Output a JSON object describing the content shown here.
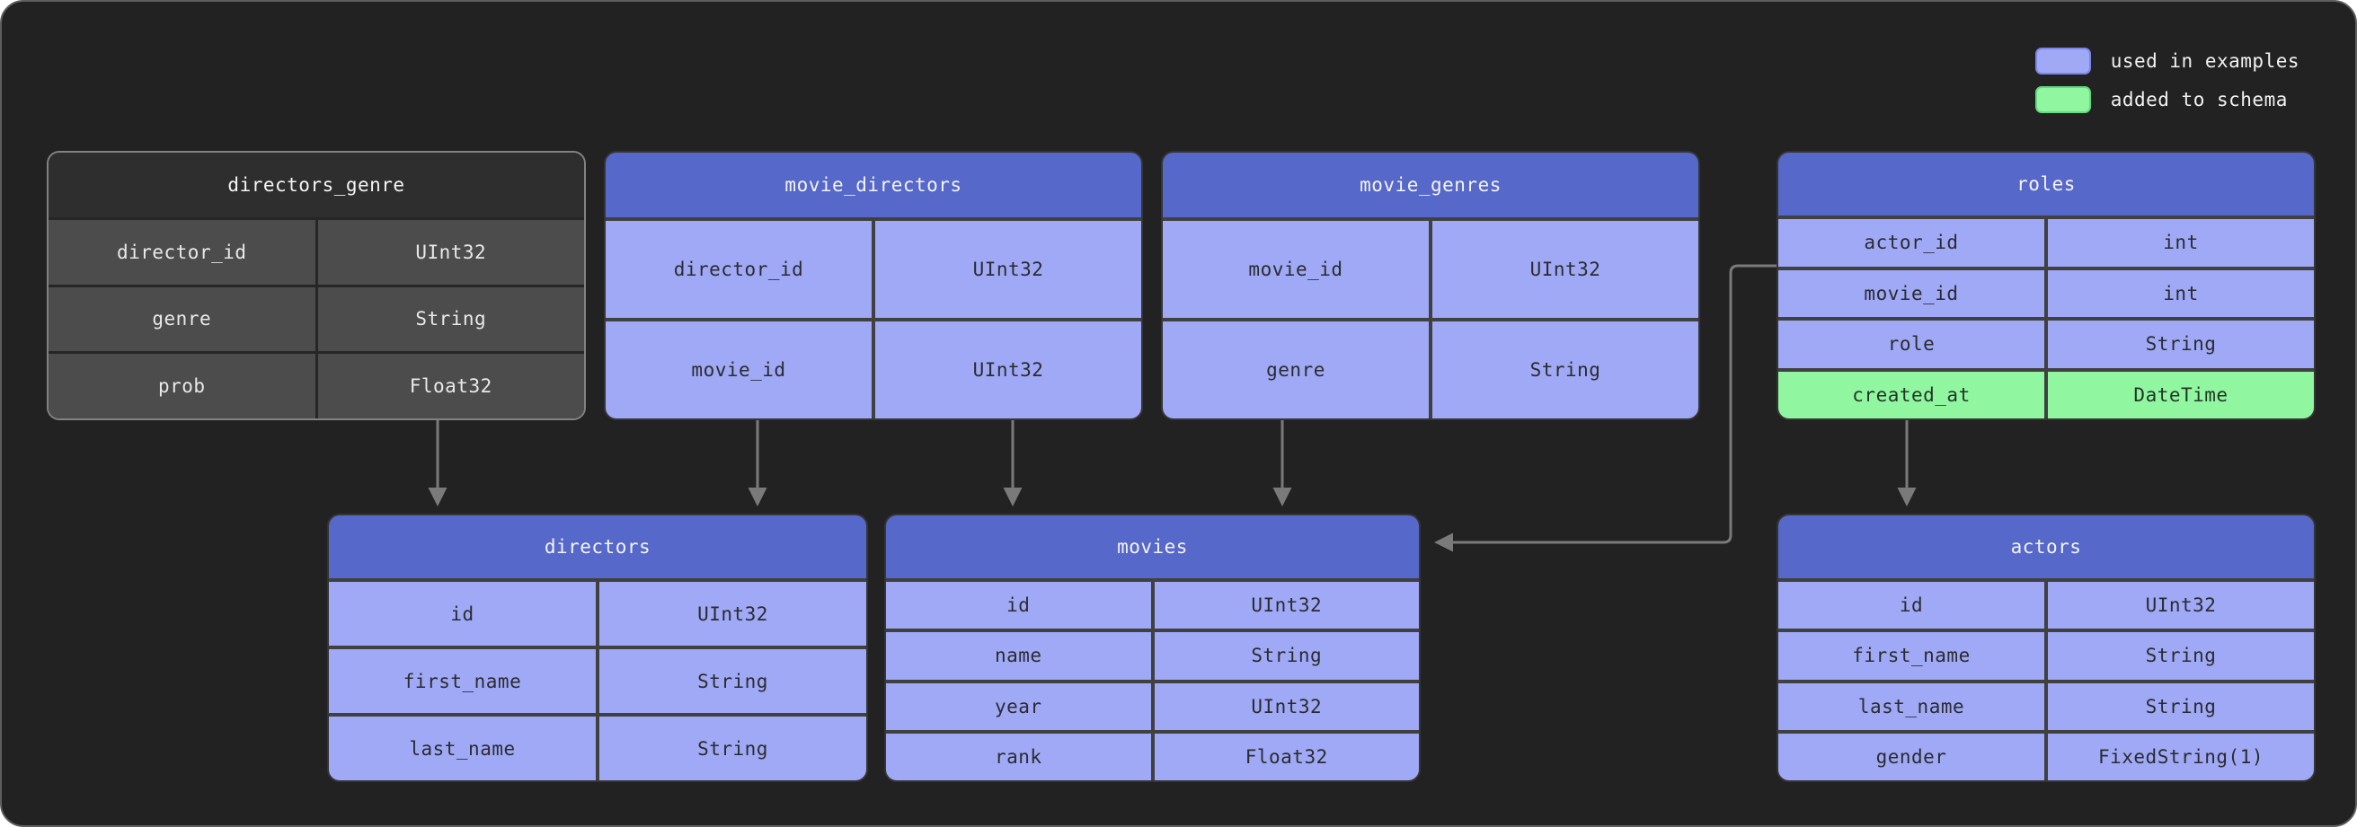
{
  "legend": {
    "items": [
      {
        "label": "used in examples",
        "fill": "#9fa9f5",
        "border": "#7b85e3"
      },
      {
        "label": "added to schema",
        "fill": "#90f7a0",
        "border": "#62d981"
      }
    ]
  },
  "tables": [
    {
      "id": "directors_genre",
      "name": "directors_genre",
      "variant": "muted",
      "rows": [
        {
          "field": "director_id",
          "type": "UInt32"
        },
        {
          "field": "genre",
          "type": "String"
        },
        {
          "field": "prob",
          "type": "Float32"
        }
      ]
    },
    {
      "id": "movie_directors",
      "name": "movie_directors",
      "variant": "blue",
      "rows": [
        {
          "field": "director_id",
          "type": "UInt32"
        },
        {
          "field": "movie_id",
          "type": "UInt32"
        }
      ]
    },
    {
      "id": "movie_genres",
      "name": "movie_genres",
      "variant": "blue",
      "rows": [
        {
          "field": "movie_id",
          "type": "UInt32"
        },
        {
          "field": "genre",
          "type": "String"
        }
      ]
    },
    {
      "id": "roles",
      "name": "roles",
      "variant": "blue",
      "rows": [
        {
          "field": "actor_id",
          "type": "int"
        },
        {
          "field": "movie_id",
          "type": "int"
        },
        {
          "field": "role",
          "type": "String"
        },
        {
          "field": "created_at",
          "type": "DateTime",
          "highlight": "added"
        }
      ]
    },
    {
      "id": "directors",
      "name": "directors",
      "variant": "blue",
      "rows": [
        {
          "field": "id",
          "type": "UInt32"
        },
        {
          "field": "first_name",
          "type": "String"
        },
        {
          "field": "last_name",
          "type": "String"
        }
      ]
    },
    {
      "id": "movies",
      "name": "movies",
      "variant": "blue",
      "rows": [
        {
          "field": "id",
          "type": "UInt32"
        },
        {
          "field": "name",
          "type": "String"
        },
        {
          "field": "year",
          "type": "UInt32"
        },
        {
          "field": "rank",
          "type": "Float32"
        }
      ]
    },
    {
      "id": "actors",
      "name": "actors",
      "variant": "blue",
      "rows": [
        {
          "field": "id",
          "type": "UInt32"
        },
        {
          "field": "first_name",
          "type": "String"
        },
        {
          "field": "last_name",
          "type": "String"
        },
        {
          "field": "gender",
          "type": "FixedString(1)"
        }
      ]
    }
  ],
  "connectors": [
    {
      "from": "directors_genre",
      "to": "directors"
    },
    {
      "from": "movie_directors",
      "to": "directors"
    },
    {
      "from": "movie_directors",
      "to": "movies"
    },
    {
      "from": "movie_genres",
      "to": "movies"
    },
    {
      "from": "roles",
      "to": "movies"
    },
    {
      "from": "roles",
      "to": "actors"
    }
  ],
  "colors": {
    "background": "#222222",
    "header_blue": "#5668c9",
    "row_blue": "#9fa9f5",
    "row_added_green": "#90f7a0",
    "muted_row": "#4c4c4c"
  }
}
